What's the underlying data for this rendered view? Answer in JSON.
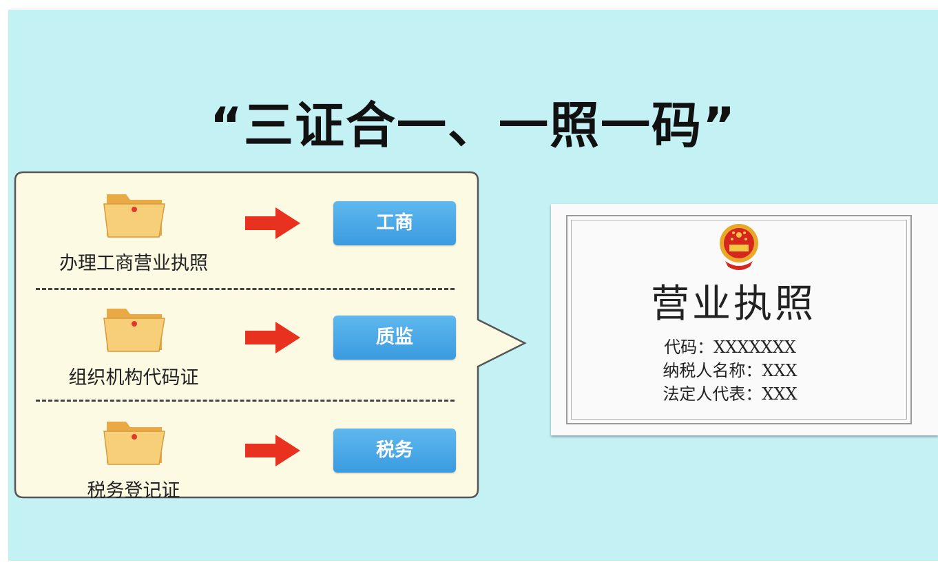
{
  "title": "“三证合一、一照一码”",
  "rows": [
    {
      "label": "办理工商营业执照",
      "button": "工商"
    },
    {
      "label": "组织机构代码证",
      "button": "质监"
    },
    {
      "label": "税务登记证",
      "button": "税务"
    }
  ],
  "license": {
    "title": "营业执照",
    "lines": [
      "代码：XXXXXXX",
      "纳税人名称：XXX",
      "法定人代表：XXX"
    ]
  },
  "colors": {
    "background": "#c3f1f4",
    "callout": "#fdfae3",
    "button": "#3a9be0",
    "arrow": "#e8321f",
    "folder": "#f3c26a"
  },
  "icons": [
    "folder-icon",
    "right-arrow-icon",
    "national-emblem-icon"
  ]
}
